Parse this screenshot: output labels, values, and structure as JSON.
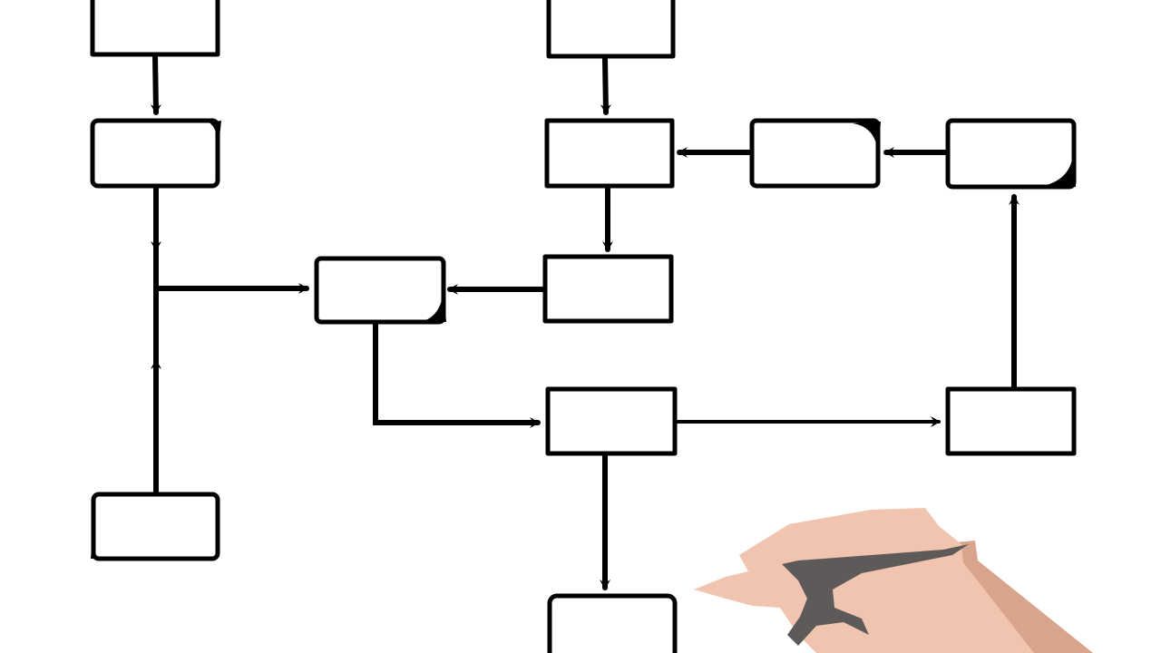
{
  "diagram": {
    "type": "flowchart",
    "style": "hand-drawn",
    "colors": {
      "background": "#ffffff",
      "ink": "#000000",
      "box_fill": "#ffffff",
      "hand_skin": "#f0c4ae",
      "hand_shadow": "#d8a58c",
      "pen": "#5e5a5a"
    },
    "nodes": [
      {
        "id": "box-top-left",
        "label": ""
      },
      {
        "id": "box-left-2",
        "label": ""
      },
      {
        "id": "box-bottom-left",
        "label": ""
      },
      {
        "id": "box-center-merge",
        "label": ""
      },
      {
        "id": "box-top-mid",
        "label": ""
      },
      {
        "id": "box-mid-2",
        "label": ""
      },
      {
        "id": "box-mid-3",
        "label": ""
      },
      {
        "id": "box-lower-mid",
        "label": ""
      },
      {
        "id": "box-bottom-mid",
        "label": ""
      },
      {
        "id": "box-top-right-a",
        "label": ""
      },
      {
        "id": "box-top-right-b",
        "label": ""
      },
      {
        "id": "box-lower-right",
        "label": ""
      }
    ],
    "edges": [
      {
        "from": "box-top-left",
        "to": "box-left-2"
      },
      {
        "from": "box-left-2",
        "to": "box-center-merge"
      },
      {
        "from": "box-bottom-left",
        "to": "box-center-merge"
      },
      {
        "from": "box-top-mid",
        "to": "box-mid-2"
      },
      {
        "from": "box-top-right-a",
        "to": "box-mid-2"
      },
      {
        "from": "box-top-right-b",
        "to": "box-top-right-a"
      },
      {
        "from": "box-mid-2",
        "to": "box-mid-3"
      },
      {
        "from": "box-mid-3",
        "to": "box-center-merge"
      },
      {
        "from": "box-center-merge",
        "to": "box-lower-mid"
      },
      {
        "from": "box-lower-mid",
        "to": "box-lower-right"
      },
      {
        "from": "box-lower-right",
        "to": "box-top-right-b"
      },
      {
        "from": "box-lower-mid",
        "to": "box-bottom-mid"
      }
    ],
    "illustration": {
      "name": "hand-holding-pen-icon"
    }
  }
}
